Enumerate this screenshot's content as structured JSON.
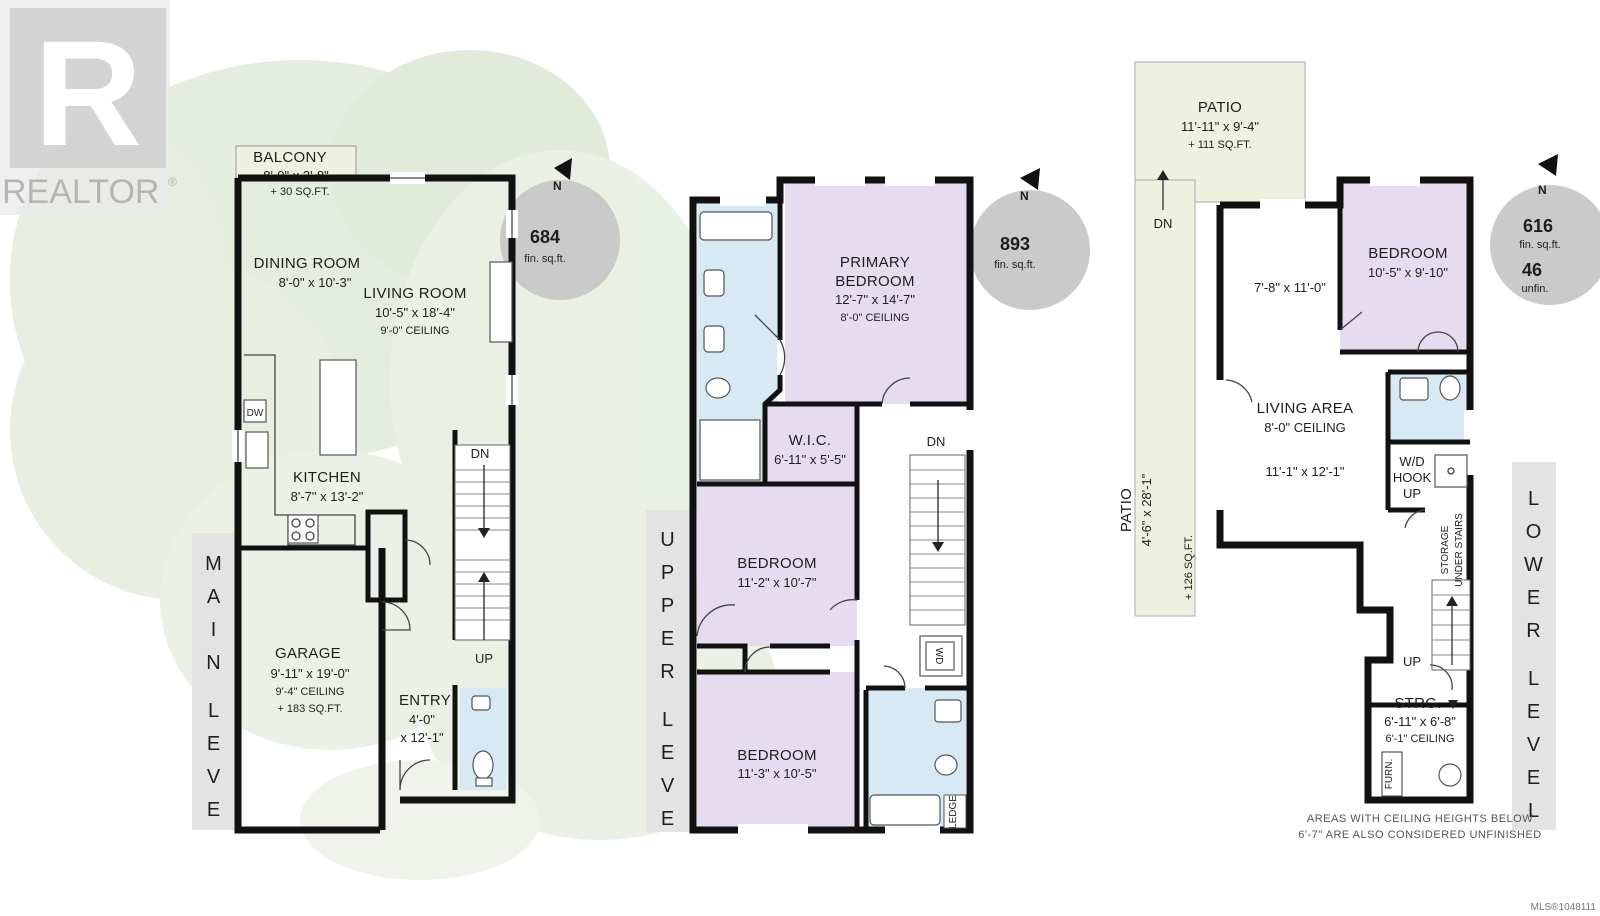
{
  "logo": {
    "text": "REALTOR",
    "mark": "R"
  },
  "mls": "MLS®1048111",
  "colors": {
    "bedroom": "#e6dcef",
    "bath": "#d6e9f4",
    "patio": "#eef0e0",
    "level_band": "#e3e3e3",
    "area_circle": "#c8c8c8",
    "wall": "#111111",
    "foliage": "#dfe9d6"
  },
  "main_level": {
    "label": "MAIN LEVEL",
    "area_value": "684",
    "area_unit": "fin. sq.ft.",
    "balcony": {
      "name": "BALCONY",
      "dims": "8'-0\" x 3'-8\"",
      "area": "+ 30 SQ.FT."
    },
    "dining": {
      "name": "DINING ROOM",
      "dims": "8'-0\" x 10'-3\""
    },
    "living": {
      "name": "LIVING ROOM",
      "dims": "10'-5\" x 18'-4\"",
      "ceiling": "9'-0\" CEILING"
    },
    "kitchen": {
      "name": "KITCHEN",
      "dims": "8'-7\" x 13'-2\"",
      "dw": "DW"
    },
    "garage": {
      "name": "GARAGE",
      "dims": "9'-11\" x 19'-0\"",
      "ceiling": "9'-4\" CEILING",
      "area": "+ 183 SQ.FT."
    },
    "entry": {
      "name": "ENTRY",
      "dims1": "4'-0\"",
      "dims2": "x 12'-1\""
    },
    "stairs_dn": "DN",
    "stairs_up": "UP",
    "north": "N"
  },
  "upper_level": {
    "label": "UPPER LEVEL",
    "area_value": "893",
    "area_unit": "fin. sq.ft.",
    "primary": {
      "name1": "PRIMARY",
      "name2": "BEDROOM",
      "dims": "12'-7\" x 14'-7\"",
      "ceiling": "8'-0\" CEILING"
    },
    "wic": {
      "name": "W.I.C.",
      "dims": "6'-11\" x 5'-5\""
    },
    "bedroom2": {
      "name": "BEDROOM",
      "dims": "11'-2\" x 10'-7\""
    },
    "bedroom3": {
      "name": "BEDROOM",
      "dims": "11'-3\" x 10'-5\""
    },
    "wd": "WD",
    "ledge": "LEDGE",
    "stairs_dn": "DN",
    "north": "N"
  },
  "lower_level": {
    "label": "LOWER LEVEL",
    "area_value": "616",
    "area_unit": "fin. sq.ft.",
    "unfin_value": "46",
    "unfin_unit": "unfin.",
    "patio_top": {
      "name": "PATIO",
      "dims": "11'-11\" x 9'-4\"",
      "area": "+ 111 SQ.FT."
    },
    "patio_side": {
      "name": "PATIO",
      "dims": "4'-6\" x 28'-1\"",
      "area": "+ 126 SQ.FT."
    },
    "den_dims": "7'-8\" x 11'-0\"",
    "bedroom": {
      "name": "BEDROOM",
      "dims": "10'-5\" x 9'-10\""
    },
    "living": {
      "name": "LIVING AREA",
      "ceiling": "8'-0\" CEILING",
      "dims": "11'-1\" x 12'-1\""
    },
    "wd": {
      "l1": "W/D",
      "l2": "HOOK",
      "l3": "UP"
    },
    "storage_stairs": {
      "l1": "STORAGE",
      "l2": "UNDER STAIRS"
    },
    "strg": {
      "name": "STRG.",
      "dims": "6'-11\" x 6'-8\"",
      "ceiling": "6'-1\" CEILING"
    },
    "furn": "FURN.",
    "stairs_dn": "DN",
    "stairs_up": "UP",
    "north": "N"
  },
  "note": {
    "line1": "AREAS WITH CEILING HEIGHTS BELOW",
    "line2": "6'-7\" ARE ALSO CONSIDERED UNFINISHED"
  }
}
